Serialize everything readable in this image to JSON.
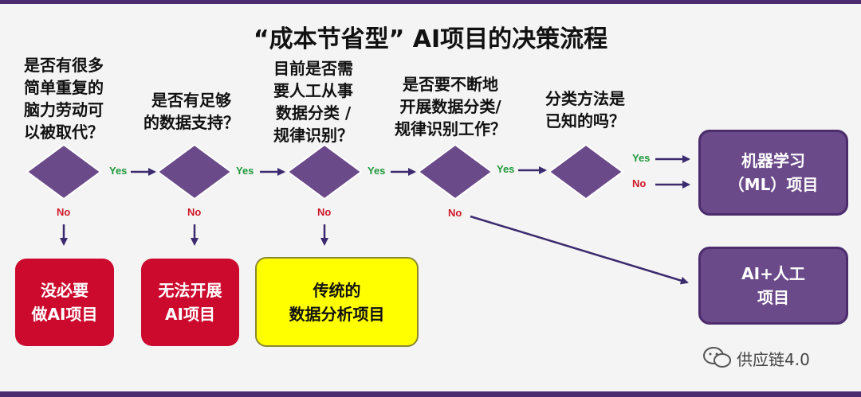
{
  "title": "“成本节省型” AI项目的决策流程",
  "questions": [
    {
      "lines": [
        "是否有很多",
        "简单重复的",
        "脑力劳动可",
        "以被取代？"
      ]
    },
    {
      "lines": [
        "是否有足够",
        "的数据支持？"
      ]
    },
    {
      "lines": [
        "目前是否需",
        "要人工从事",
        "数据分类 /",
        "规律识别？"
      ]
    },
    {
      "lines": [
        "是否要不断地",
        "开展数据分类/",
        "规律识别工作？"
      ]
    },
    {
      "lines": [
        "分类方法是",
        "已知的吗？"
      ]
    }
  ],
  "labels": {
    "yes": "Yes",
    "no": "No"
  },
  "outcomes": {
    "no_need": [
      "没必要",
      "做AI项目"
    ],
    "cannot": [
      "无法开展",
      "AI项目"
    ],
    "traditional": [
      "传统的",
      "数据分析项目"
    ],
    "ml": [
      "机器学习",
      "（ML）项目"
    ],
    "ai_human": [
      "AI+人工",
      "项目"
    ]
  },
  "watermark": {
    "text": "供应链4.0"
  },
  "colors": {
    "diamond": "#6b4a8a",
    "arrow": "#3b2a6e",
    "yes": "#1e9a3a",
    "no": "#d01828",
    "red_box": "#cc0a2d",
    "yellow_box": "#ffff00",
    "purple_box": "#6b4a8a"
  }
}
